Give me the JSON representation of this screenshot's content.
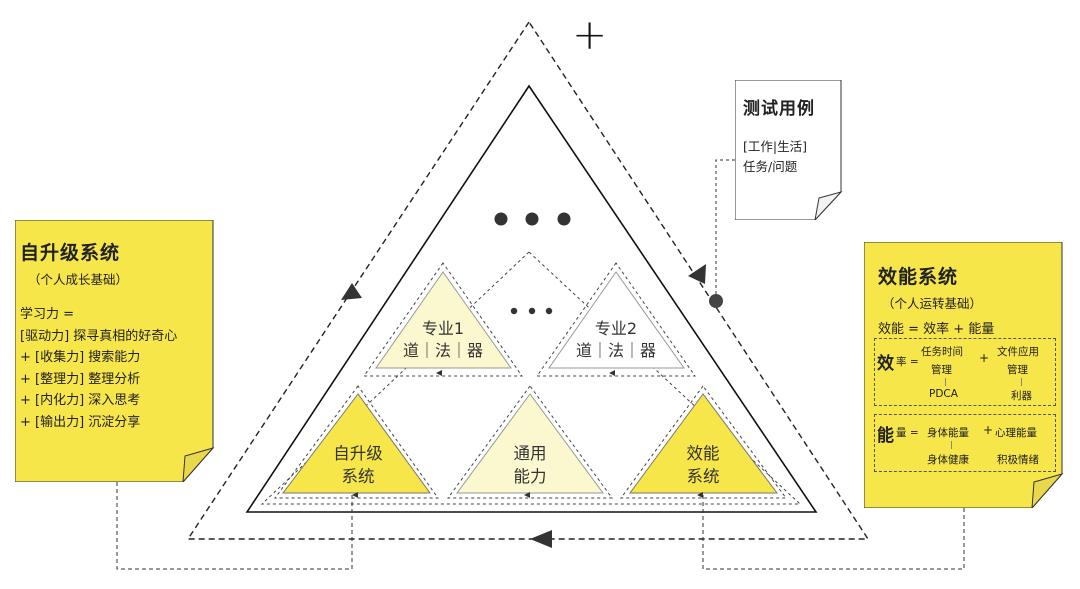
{
  "diagram": {
    "plus_symbol": "+",
    "ellipsis_top": "● ● ●",
    "ellipsis_mid": "• • •",
    "colors": {
      "yellow": "#f6e64a",
      "pale_yellow": "#fbf7cf",
      "line": "#111111",
      "dashed": "#444444",
      "note_fold": "#e9d84b"
    }
  },
  "left_note": {
    "title": "自升级系统",
    "subtitle": "（个人成长基础）",
    "lines": [
      "学习力 =",
      "[驱动力] 探寻真相的好奇心",
      "+ [收集力] 搜索能力",
      "+ [整理力] 整理分析",
      "+ [内化力] 深入思考",
      "+ [输出力] 沉淀分享"
    ]
  },
  "right_note": {
    "title": "效能系统",
    "subtitle": "（个人运转基础）",
    "formula": "效能 = 效率 + 能量",
    "efficiency": {
      "big": "效",
      "small": "率 =",
      "item1_line1": "任务时间",
      "item1_line2": "管理",
      "plus": "+",
      "item2_line1": "文件应用",
      "item2_line2": "管理",
      "sub1": "PDCA",
      "sub2": "利器"
    },
    "energy": {
      "big": "能",
      "small": "量 =",
      "item1": "身体能量",
      "plus": "+",
      "item2": "心理能量",
      "sub1": "身体健康",
      "sub2": "积极情绪"
    }
  },
  "test_card": {
    "title": "测试用例",
    "line1": "[工作|生活]",
    "line2": "任务/问题"
  },
  "triangles": {
    "specialty1": {
      "line1": "专业1",
      "line2": "道｜法｜器"
    },
    "specialty2": {
      "line1": "专业2",
      "line2": "道｜法｜器"
    },
    "self_upgrade": {
      "line1": "自升级",
      "line2": "系统"
    },
    "general": {
      "line1": "通用",
      "line2": "能力"
    },
    "efficiency": {
      "line1": "效能",
      "line2": "系统"
    }
  }
}
